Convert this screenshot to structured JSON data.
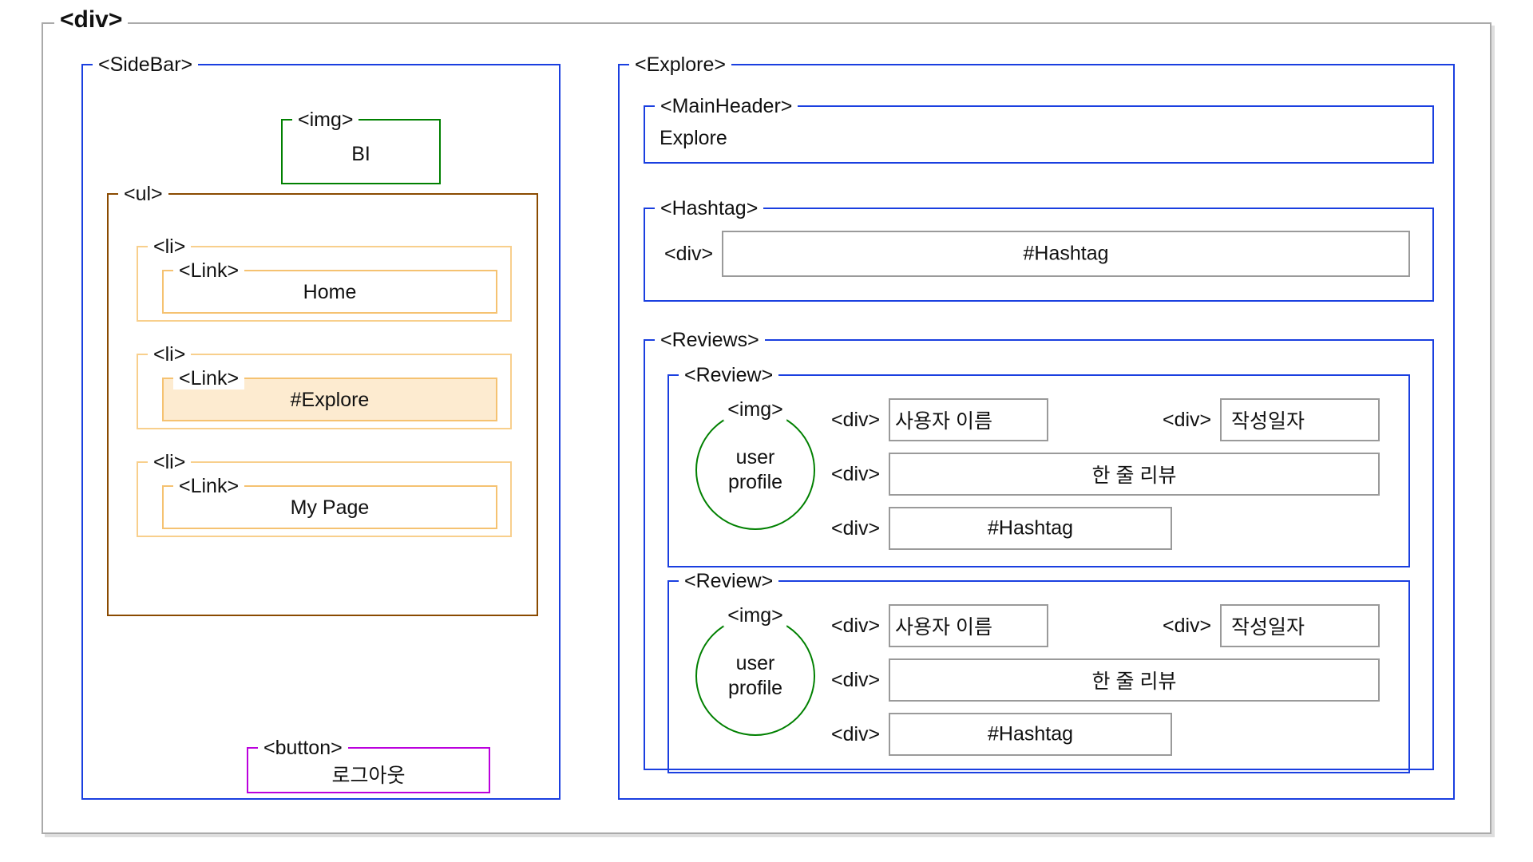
{
  "root": {
    "tag_label": "<div>"
  },
  "sidebar": {
    "tag_label": "<SideBar>",
    "logo": {
      "tag_label": "<img>",
      "text": "BI"
    },
    "nav": {
      "tag_label": "<ul>",
      "items": [
        {
          "tag_label": "<li>",
          "link_tag_label": "<Link>",
          "label": "Home",
          "active": false
        },
        {
          "tag_label": "<li>",
          "link_tag_label": "<Link>",
          "label": "#Explore",
          "active": true
        },
        {
          "tag_label": "<li>",
          "link_tag_label": "<Link>",
          "label": "My Page",
          "active": false
        }
      ]
    },
    "logout": {
      "tag_label": "<button>",
      "label": "로그아웃"
    }
  },
  "explore": {
    "tag_label": "<Explore>",
    "main_header": {
      "tag_label": "<MainHeader>",
      "title": "Explore"
    },
    "hashtag": {
      "tag_label": "<Hashtag>",
      "item": {
        "tag_label": "<div>",
        "text": "#Hashtag"
      }
    },
    "reviews": {
      "tag_label": "<Reviews>",
      "items": [
        {
          "tag_label": "<Review>",
          "avatar": {
            "tag_label": "<img>",
            "line1": "user",
            "line2": "profile"
          },
          "user_name": {
            "tag_label": "<div>",
            "text": "사용자 이름"
          },
          "created_date": {
            "tag_label": "<div>",
            "text": "작성일자"
          },
          "review_line": {
            "tag_label": "<div>",
            "text": "한 줄 리뷰"
          },
          "hashtag": {
            "tag_label": "<div>",
            "text": "#Hashtag"
          }
        },
        {
          "tag_label": "<Review>",
          "avatar": {
            "tag_label": "<img>",
            "line1": "user",
            "line2": "profile"
          },
          "user_name": {
            "tag_label": "<div>",
            "text": "사용자 이름"
          },
          "created_date": {
            "tag_label": "<div>",
            "text": "작성일자"
          },
          "review_line": {
            "tag_label": "<div>",
            "text": "한 줄 리뷰"
          },
          "hashtag": {
            "tag_label": "<div>",
            "text": "#Hashtag"
          }
        }
      ]
    }
  },
  "colors": {
    "root_border": "#aaaaaa",
    "component_border": "#1a3fe0",
    "image_border": "#008000",
    "list_border": "#8a4a00",
    "link_border": "#f5c271",
    "link_active_fill": "#fdebd0",
    "button_border": "#bb00dd",
    "data_box_border": "#9a9a9a"
  }
}
